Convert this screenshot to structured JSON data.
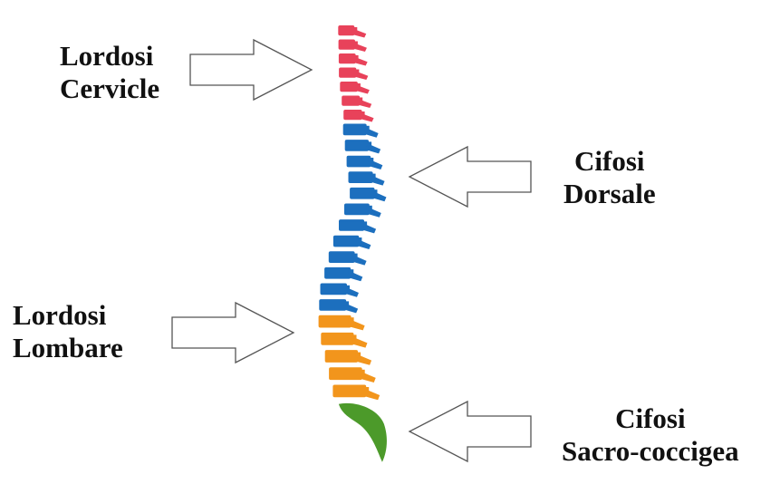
{
  "labels": {
    "cervical": {
      "line1": "Lordosi",
      "line2": "Cervicle"
    },
    "dorsal": {
      "line1": "Cifosi",
      "line2": "Dorsale"
    },
    "lumbar": {
      "line1": "Lordosi",
      "line2": "Lombare"
    },
    "sacral": {
      "line1": "Cifosi",
      "line2": "Sacro-coccigea"
    }
  },
  "spine": {
    "regions": [
      {
        "name": "cervical",
        "vertebrae": 7,
        "color": "#e8425a"
      },
      {
        "name": "thoracic",
        "vertebrae": 12,
        "color": "#1c6fbe"
      },
      {
        "name": "lumbar",
        "vertebrae": 5,
        "color": "#f2951c"
      },
      {
        "name": "sacral",
        "vertebrae": 1,
        "color": "#4c9a2a"
      }
    ]
  }
}
